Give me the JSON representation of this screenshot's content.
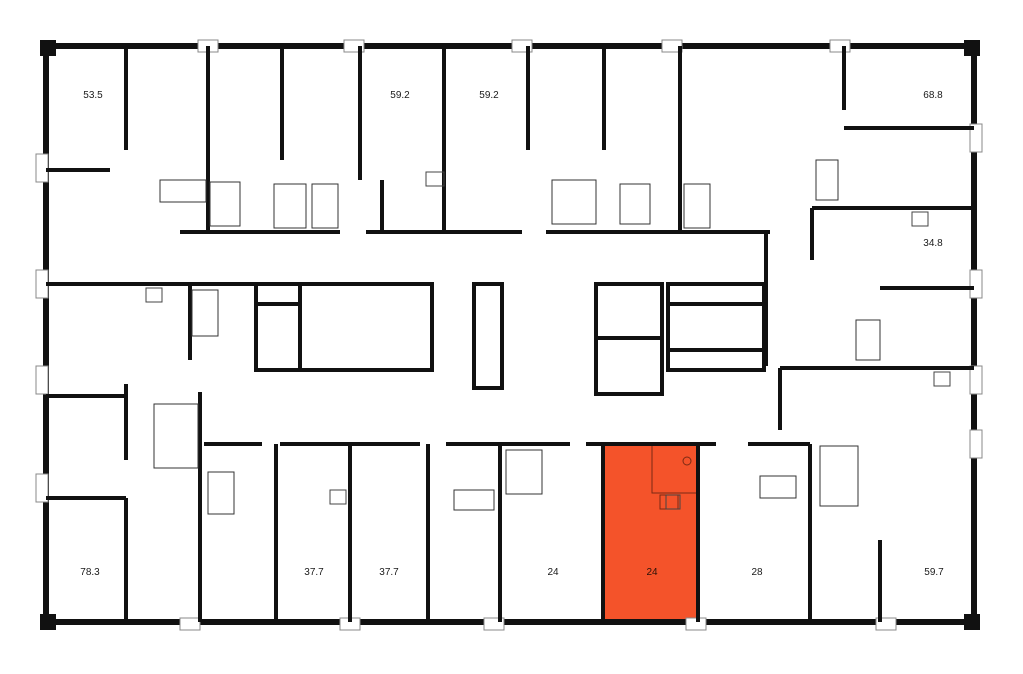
{
  "floor_plan": {
    "highlight_color": "#f4532a",
    "wall_color": "#111111",
    "units": [
      {
        "id": "u1",
        "area": "53.5",
        "selected": false
      },
      {
        "id": "u2",
        "area": "59.2",
        "selected": false
      },
      {
        "id": "u3",
        "area": "59.2",
        "selected": false
      },
      {
        "id": "u4",
        "area": "68.8",
        "selected": false
      },
      {
        "id": "u5",
        "area": "34.8",
        "selected": false
      },
      {
        "id": "u6",
        "area": "78.3",
        "selected": false
      },
      {
        "id": "u7",
        "area": "37.7",
        "selected": false
      },
      {
        "id": "u8",
        "area": "37.7",
        "selected": false
      },
      {
        "id": "u9",
        "area": "24",
        "selected": false
      },
      {
        "id": "u10",
        "area": "24",
        "selected": true
      },
      {
        "id": "u11",
        "area": "28",
        "selected": false
      },
      {
        "id": "u12",
        "area": "59.7",
        "selected": false
      }
    ]
  }
}
